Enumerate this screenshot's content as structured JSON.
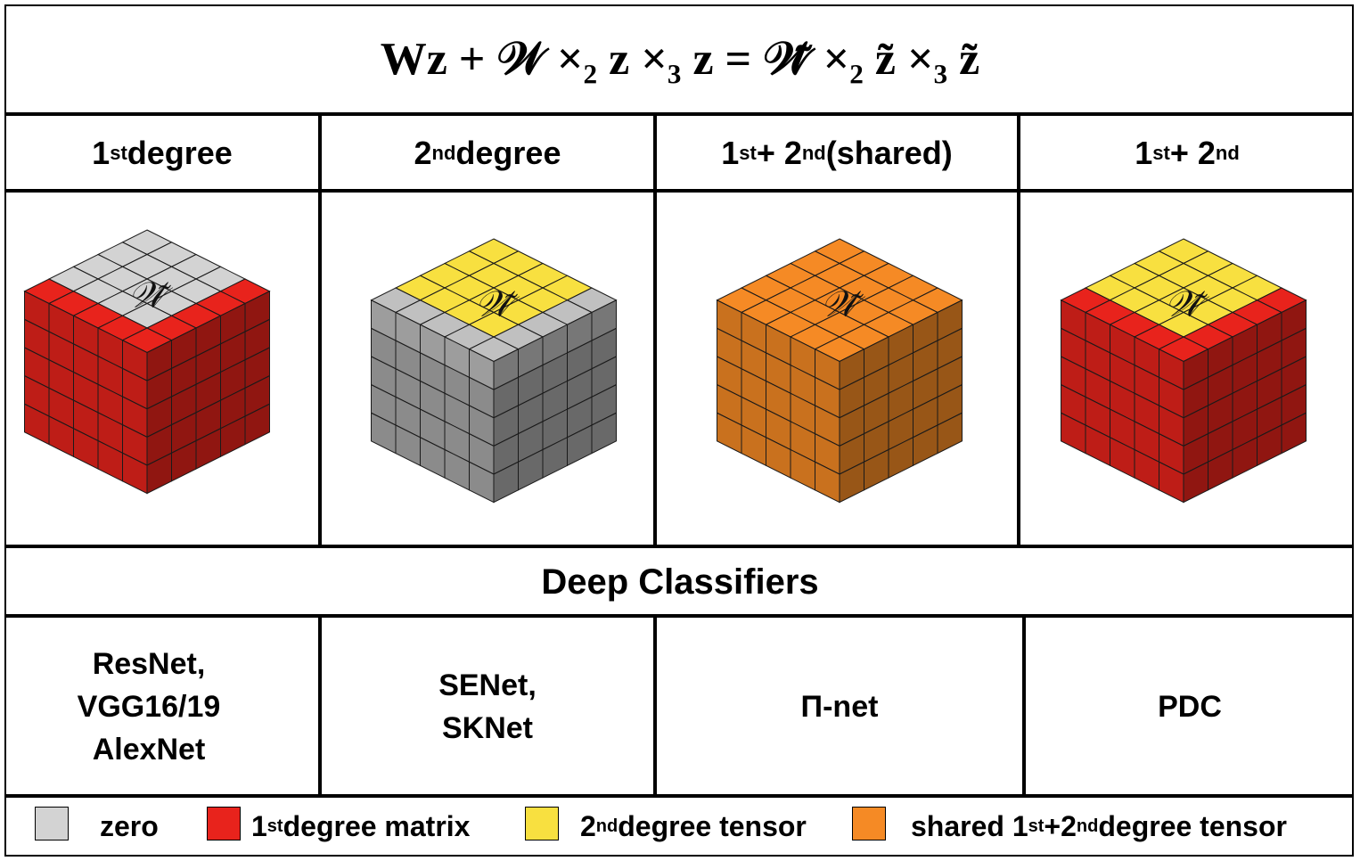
{
  "formula": "Wz + 𝒲 ×₂ z ×₃ z = 𝒲̃ ×₂ z̃ ×₃ z̃",
  "columns": [
    {
      "parts": [
        "1",
        "st",
        " degree"
      ]
    },
    {
      "parts": [
        "2",
        "nd",
        " degree"
      ]
    },
    {
      "parts": [
        "1",
        "st",
        " + 2",
        "nd",
        " (shared)"
      ]
    },
    {
      "parts": [
        "1",
        "st",
        " + 2",
        "nd",
        ""
      ]
    }
  ],
  "cubes": [
    {
      "label": "𝒲̃",
      "top": "#d3d3d3",
      "rim": "#e8231c",
      "side": "#e8231c"
    },
    {
      "label": "𝒲̃",
      "top": "#f8e040",
      "rim": "#c0c0c0",
      "side": "#a9a9a9"
    },
    {
      "label": "𝒲̃",
      "top": "#f58a25",
      "rim": "#f58a25",
      "side": "#f58a25"
    },
    {
      "label": "𝒲̃",
      "top": "#f8e040",
      "rim": "#e8231c",
      "side": "#e8231c"
    }
  ],
  "section_title": "Deep Classifiers",
  "models": [
    "ResNet,\nVGG16/19\nAlexNet",
    "SENet,\nSKNet",
    "Π-net",
    "PDC"
  ],
  "legend": [
    {
      "color": "#d3d3d3",
      "parts": [
        "zero",
        "",
        ""
      ]
    },
    {
      "color": "#e8231c",
      "parts": [
        "1",
        "st",
        " degree matrix"
      ]
    },
    {
      "color": "#f8e040",
      "parts": [
        "2",
        "nd",
        " degree tensor"
      ]
    },
    {
      "color": "#f58a25",
      "parts": [
        "shared 1",
        "st",
        " +2",
        "nd",
        " degree tensor"
      ]
    }
  ]
}
